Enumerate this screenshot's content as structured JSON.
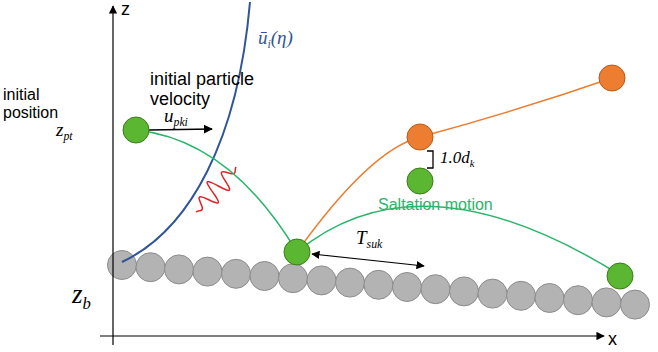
{
  "diagram": {
    "labels": [
      "z",
      "x",
      "initial particle velocity",
      "initial position",
      "zpt",
      "upki",
      "zb",
      "Tsuk",
      "1.0dk",
      "Saltation motion",
      "ūi(η)"
    ]
  }
}
